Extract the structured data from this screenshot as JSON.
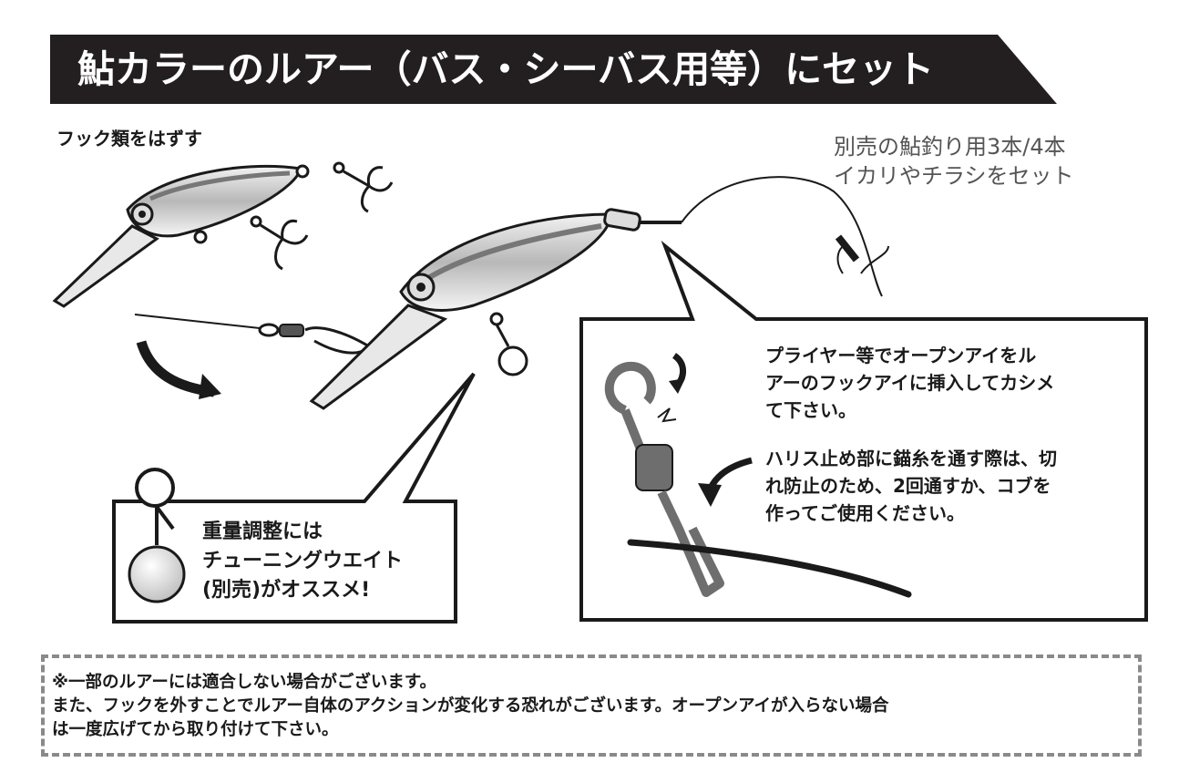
{
  "title": "鮎カラーのルアー（バス・シーバス用等）にセット",
  "step_remove_hooks": "フック類をはずす",
  "side_note": {
    "line1": "別売の鮎釣り用3本/4本",
    "line2": "イカリやチラシをセット"
  },
  "tuning_bubble": {
    "line1": "重量調整には",
    "line2": "チューニングウエイト",
    "line3": "(別売)がオススメ!"
  },
  "plier_instruction": {
    "line1": "プライヤー等でオープンアイをル",
    "line2": "アーのフックアイに挿入してカシメ",
    "line3": "て下さい。"
  },
  "harisu_instruction": {
    "line1": "ハリス止め部に錨糸を通す際は、切",
    "line2": "れ防止のため、2回通すか、コブを",
    "line3": "作ってご使用ください。"
  },
  "notice": {
    "line1": "※一部のルアーには適合しない場合がございます。",
    "line2": "また、フックを外すことでルアー自体のアクションが変化する恐れがございます。オープンアイが入らない場合",
    "line3": "は一度広げてから取り付けて下さい。"
  },
  "colors": {
    "title_bg": "#231f20",
    "title_text": "#ffffff",
    "dashed_border": "#8a8a8a",
    "side_note_text": "#555555"
  }
}
